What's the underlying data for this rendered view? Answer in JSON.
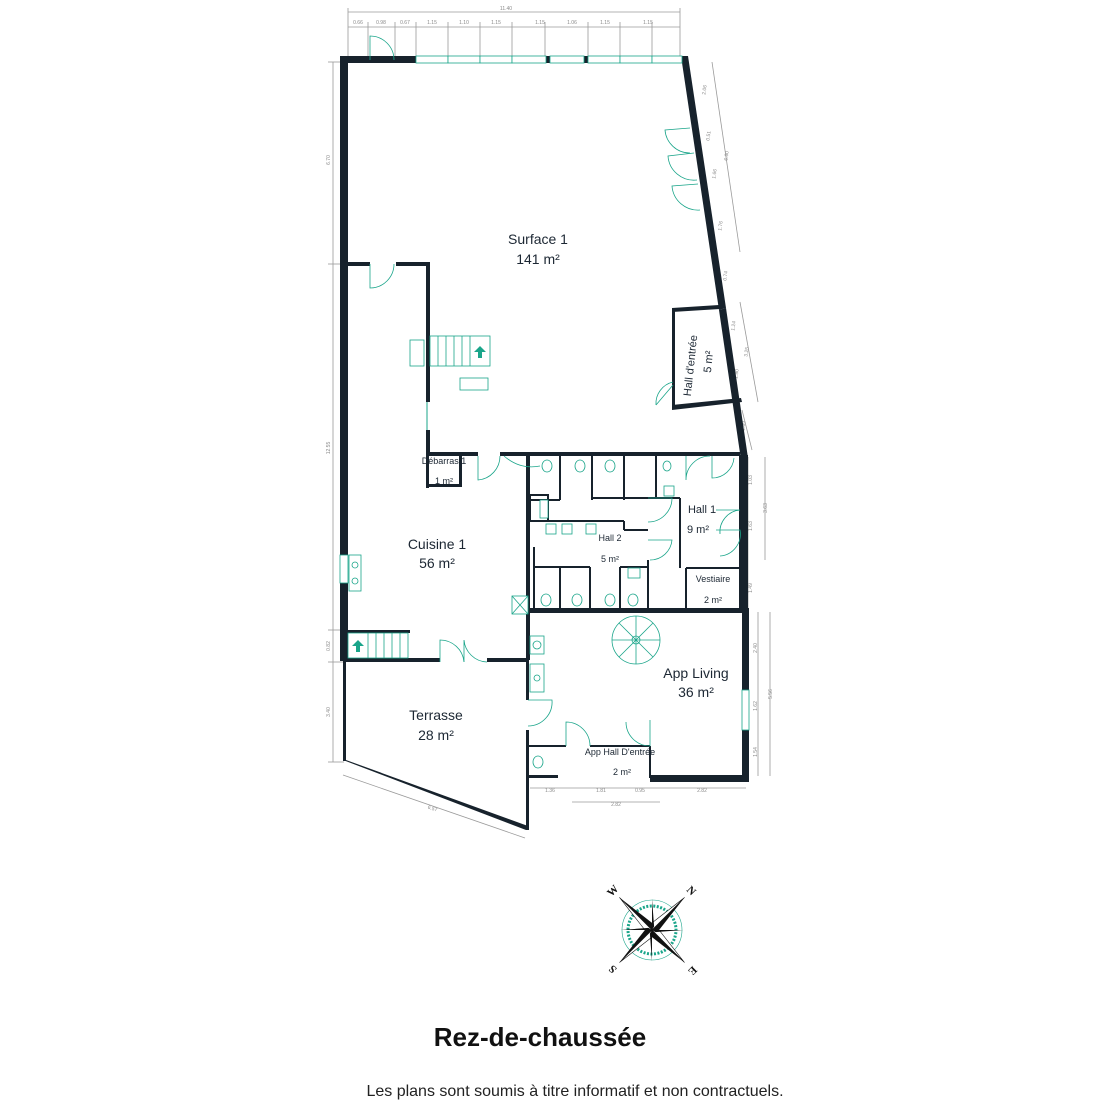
{
  "plan": {
    "title": "Rez-de-chaussée",
    "disclaimer": "Les plans sont soumis à titre informatif et non contractuels.",
    "accent_color": "#1aa58a",
    "wall_color": "#17222c",
    "rooms": [
      {
        "id": "surface-1",
        "name": "Surface 1",
        "area": "141 m²"
      },
      {
        "id": "hall-entree",
        "name": "Hall d'entrée",
        "area": "5 m²"
      },
      {
        "id": "debarras-1",
        "name": "Débarras 1",
        "area": "1 m²"
      },
      {
        "id": "cuisine-1",
        "name": "Cuisine 1",
        "area": "56 m²"
      },
      {
        "id": "hall-2",
        "name": "Hall 2",
        "area": "5 m²"
      },
      {
        "id": "hall-1",
        "name": "Hall 1",
        "area": "9 m²"
      },
      {
        "id": "vestiaire",
        "name": "Vestiaire",
        "area": "2 m²"
      },
      {
        "id": "app-living",
        "name": "App Living",
        "area": "36 m²"
      },
      {
        "id": "terrasse",
        "name": "Terrasse",
        "area": "28 m²"
      },
      {
        "id": "app-hall-entree",
        "name": "App Hall D'entrée",
        "area": "2 m²"
      }
    ],
    "dimensions": {
      "top_total": "11.40",
      "top_segments": [
        "0.66",
        "0.98",
        "0.67",
        "1.15",
        "1.10",
        "1.15",
        "1.15",
        "1.06",
        "1.15",
        "1.15"
      ],
      "left": [
        "6.70",
        "12.55",
        "0.82",
        "3.40"
      ],
      "right_upper": [
        "2.06",
        "0.51",
        "1.66",
        "1.76",
        "6.60",
        "0.74",
        "1.24",
        "3.25",
        "1.80",
        "1.69"
      ],
      "right_mid": [
        "1.03",
        "1.63",
        "3.63",
        "1.49"
      ],
      "right_lower": [
        "2.40",
        "1.62",
        "1.54",
        "5.56"
      ],
      "bottom": [
        "1.36",
        "1.81",
        "0.95",
        "2.82",
        "2.82"
      ],
      "diagonal": "6.57"
    },
    "compass": {
      "north": "N",
      "south": "S",
      "east": "E",
      "west": "W"
    }
  }
}
